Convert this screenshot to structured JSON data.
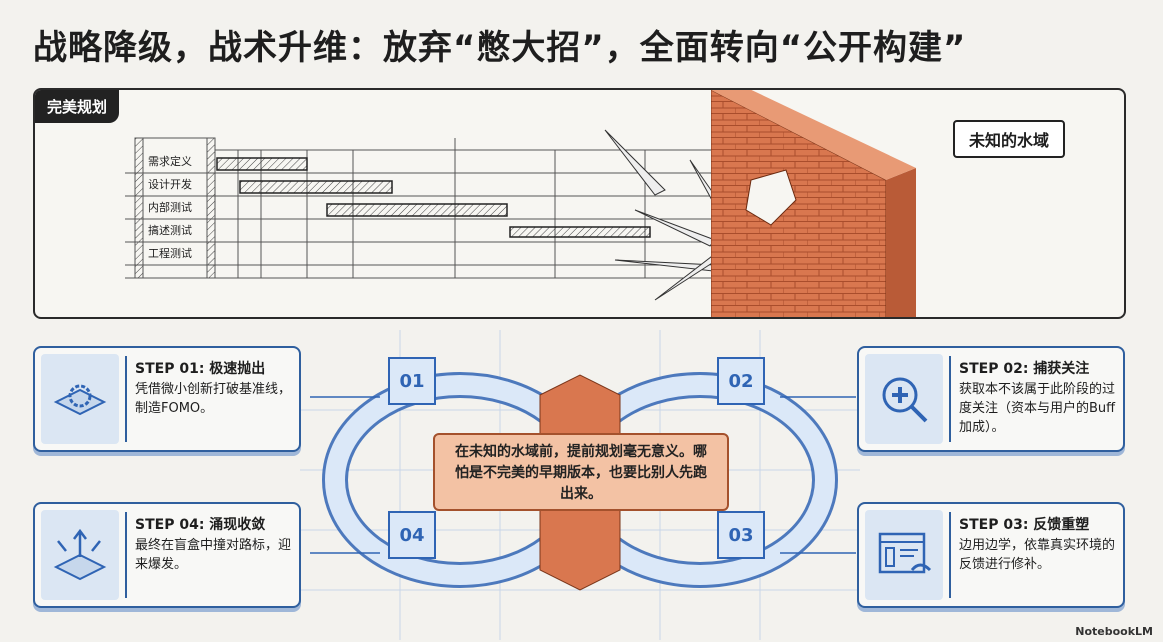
{
  "title": "战略降级，战术升维：放弃“憋大招”，全面转向“公开构建”",
  "panel": {
    "tag": "完美规划",
    "gantt_tasks": [
      "需求定义",
      "设计开发",
      "内部测试",
      "搞述测试",
      "工程测试"
    ],
    "unknown_label": "未知的水域"
  },
  "steps": [
    {
      "num": "01",
      "title": "STEP 01: 极速抛出",
      "text": "凭借微小创新打破基准线，制造FOMO。",
      "icon": "gear-cursor-icon"
    },
    {
      "num": "02",
      "title": "STEP 02: 捕获关注",
      "text": "获取本不该属于此阶段的过度关注（资本与用户的Buff加成）。",
      "icon": "magnifier-plus-icon"
    },
    {
      "num": "03",
      "title": "STEP 03: 反馈重塑",
      "text": "边用边学，依靠真实环境的反馈进行修补。",
      "icon": "window-reply-icon"
    },
    {
      "num": "04",
      "title": "STEP 04: 涌现收敛",
      "text": "最终在盲盒中撞对路标，迎来爆发。",
      "icon": "burst-arrows-icon"
    }
  ],
  "center_text": "在未知的水域前，提前规划毫无意义。哪怕是不完美的早期版本，也要比别人先跑出来。",
  "watermark": "NotebookLM",
  "colors": {
    "accent_blue": "#2f64b4",
    "brick": "#d9774f",
    "center_bg": "#f3c2a4"
  }
}
